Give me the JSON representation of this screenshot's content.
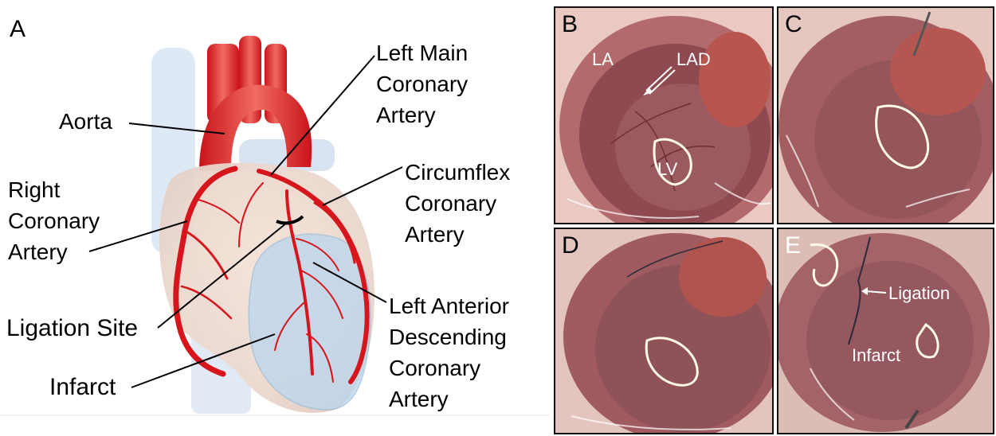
{
  "panel_a": {
    "letter": "A",
    "labels": {
      "aorta": "Aorta",
      "left_main": [
        "Left Main",
        "Coronary",
        "Artery"
      ],
      "right_coronary": [
        "Right",
        "Coronary",
        "Artery"
      ],
      "circumflex": [
        "Circumflex",
        "Coronary",
        "Artery"
      ],
      "ligation_site": "Ligation Site",
      "lad": [
        "Left Anterior",
        "Descending",
        "Coronary",
        "Artery"
      ],
      "infarct": "Infarct"
    },
    "colors": {
      "artery": "#d7151c",
      "infarct_fill": "#b9d6ee",
      "vessel_blue": "#c8dcf0"
    }
  },
  "panels": {
    "b": {
      "letter": "B",
      "annotations": {
        "la": "LA",
        "lad": "LAD",
        "lv": "LV"
      }
    },
    "c": {
      "letter": "C"
    },
    "d": {
      "letter": "D"
    },
    "e": {
      "letter": "E",
      "annotations": {
        "ligation": "Ligation",
        "infarct": "Infarct"
      }
    }
  }
}
